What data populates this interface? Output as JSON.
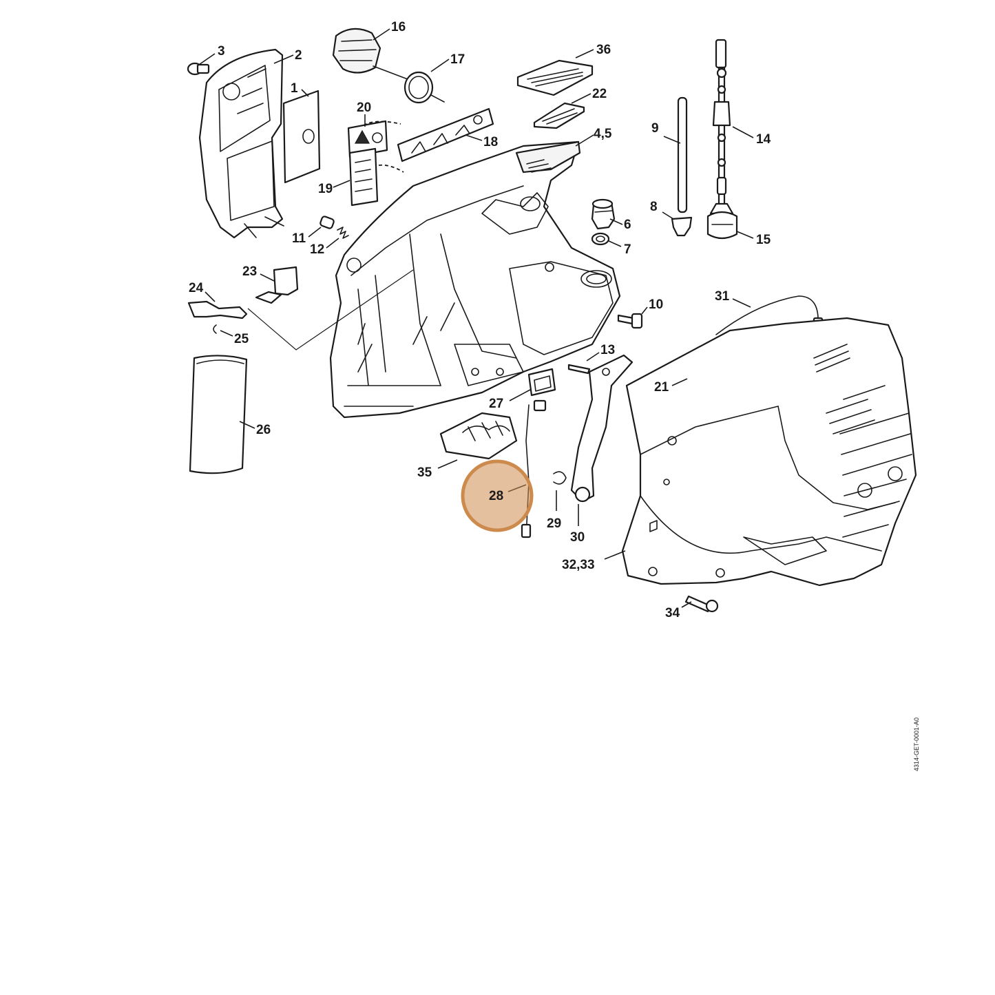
{
  "callouts": [
    {
      "id": "c1",
      "label": "1"
    },
    {
      "id": "c2",
      "label": "2"
    },
    {
      "id": "c3",
      "label": "3"
    },
    {
      "id": "c4",
      "label": "4,5"
    },
    {
      "id": "c6",
      "label": "6"
    },
    {
      "id": "c7",
      "label": "7"
    },
    {
      "id": "c8",
      "label": "8"
    },
    {
      "id": "c9",
      "label": "9"
    },
    {
      "id": "c10",
      "label": "10"
    },
    {
      "id": "c11",
      "label": "11"
    },
    {
      "id": "c12",
      "label": "12"
    },
    {
      "id": "c13",
      "label": "13"
    },
    {
      "id": "c14",
      "label": "14"
    },
    {
      "id": "c15",
      "label": "15"
    },
    {
      "id": "c16",
      "label": "16"
    },
    {
      "id": "c17",
      "label": "17"
    },
    {
      "id": "c18",
      "label": "18"
    },
    {
      "id": "c19",
      "label": "19"
    },
    {
      "id": "c20",
      "label": "20"
    },
    {
      "id": "c21",
      "label": "21"
    },
    {
      "id": "c22",
      "label": "22"
    },
    {
      "id": "c23",
      "label": "23"
    },
    {
      "id": "c24",
      "label": "24"
    },
    {
      "id": "c25",
      "label": "25"
    },
    {
      "id": "c26",
      "label": "26"
    },
    {
      "id": "c27",
      "label": "27"
    },
    {
      "id": "c28",
      "label": "28"
    },
    {
      "id": "c29",
      "label": "29"
    },
    {
      "id": "c30",
      "label": "30"
    },
    {
      "id": "c31",
      "label": "31"
    },
    {
      "id": "c32",
      "label": "32,33"
    },
    {
      "id": "c34",
      "label": "34"
    },
    {
      "id": "c35",
      "label": "35"
    },
    {
      "id": "c36",
      "label": "36"
    }
  ],
  "highlighted_part": "28",
  "highlight_color": "#cd8a4d",
  "document_id": "4314-GET-0001-A0"
}
